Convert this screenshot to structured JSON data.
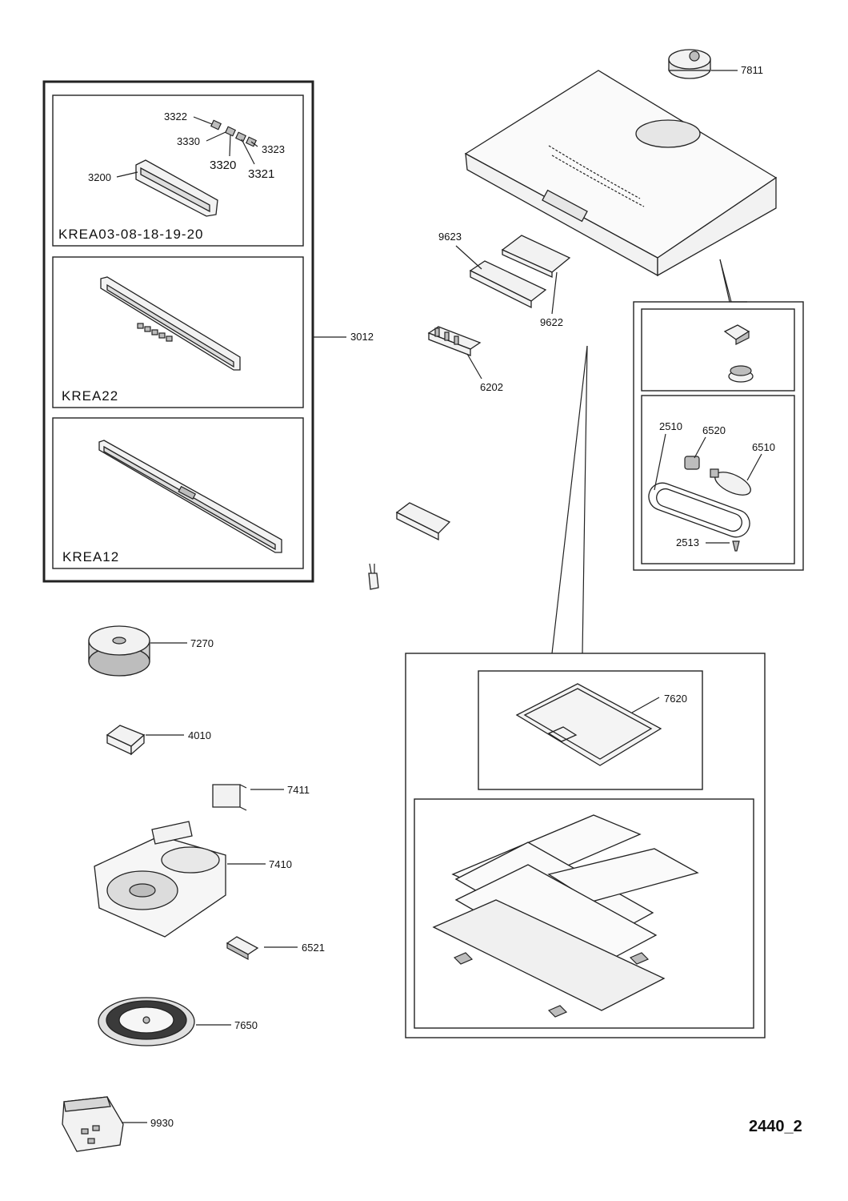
{
  "document_id": "2440_2",
  "kit_labels": {
    "kit_a": "KREA03-08-18-19-20",
    "kit_b": "KREA22",
    "kit_c": "KREA12"
  },
  "parts": {
    "p3322": "3322",
    "p3330": "3330",
    "p3323": "3323",
    "p3320": "3320",
    "p3321": "3321",
    "p3200": "3200",
    "p3012": "3012",
    "p7811": "7811",
    "p9623": "9623",
    "p9622": "9622",
    "p6202": "6202",
    "p2510": "2510",
    "p6520": "6520",
    "p6510": "6510",
    "p2513": "2513",
    "p7270": "7270",
    "p4010": "4010",
    "p7411": "7411",
    "p7410": "7410",
    "p6521": "6521",
    "p7650": "7650",
    "p9930": "9930",
    "p7620": "7620"
  }
}
